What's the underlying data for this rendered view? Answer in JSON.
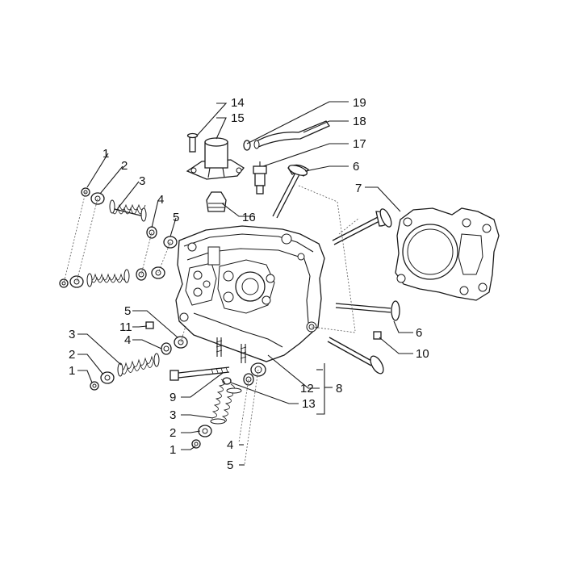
{
  "diagram": {
    "callouts": [
      {
        "key": "c14",
        "text": "14"
      },
      {
        "key": "c15",
        "text": "15"
      },
      {
        "key": "c19",
        "text": "19"
      },
      {
        "key": "c18",
        "text": "18"
      },
      {
        "key": "c17",
        "text": "17"
      },
      {
        "key": "c6a",
        "text": "6"
      },
      {
        "key": "c7",
        "text": "7"
      },
      {
        "key": "c16",
        "text": "16"
      },
      {
        "key": "c1a",
        "text": "1"
      },
      {
        "key": "c2a",
        "text": "2"
      },
      {
        "key": "c3a",
        "text": "3"
      },
      {
        "key": "c4a",
        "text": "4"
      },
      {
        "key": "c5a",
        "text": "5"
      },
      {
        "key": "c5b",
        "text": "5"
      },
      {
        "key": "c11",
        "text": "11"
      },
      {
        "key": "c4b",
        "text": "4"
      },
      {
        "key": "c3b",
        "text": "3"
      },
      {
        "key": "c2b",
        "text": "2"
      },
      {
        "key": "c1b",
        "text": "1"
      },
      {
        "key": "c6b",
        "text": "6"
      },
      {
        "key": "c10",
        "text": "10"
      },
      {
        "key": "c12",
        "text": "12"
      },
      {
        "key": "c8",
        "text": "8"
      },
      {
        "key": "c9",
        "text": "9"
      },
      {
        "key": "c13",
        "text": "13"
      },
      {
        "key": "c3c",
        "text": "3"
      },
      {
        "key": "c2c",
        "text": "2"
      },
      {
        "key": "c1c",
        "text": "1"
      },
      {
        "key": "c4c",
        "text": "4"
      },
      {
        "key": "c5c",
        "text": "5"
      }
    ]
  }
}
